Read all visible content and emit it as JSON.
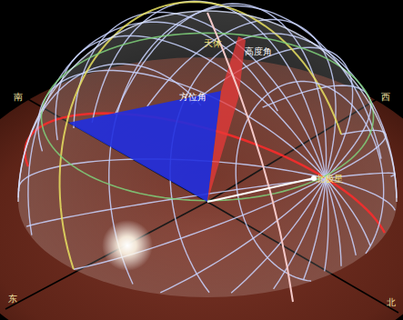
{
  "diagram": {
    "labels": [
      "南",
      "西",
      "东",
      "北",
      "方位角",
      "高度角",
      "天体",
      "北极星"
    ]
  }
}
